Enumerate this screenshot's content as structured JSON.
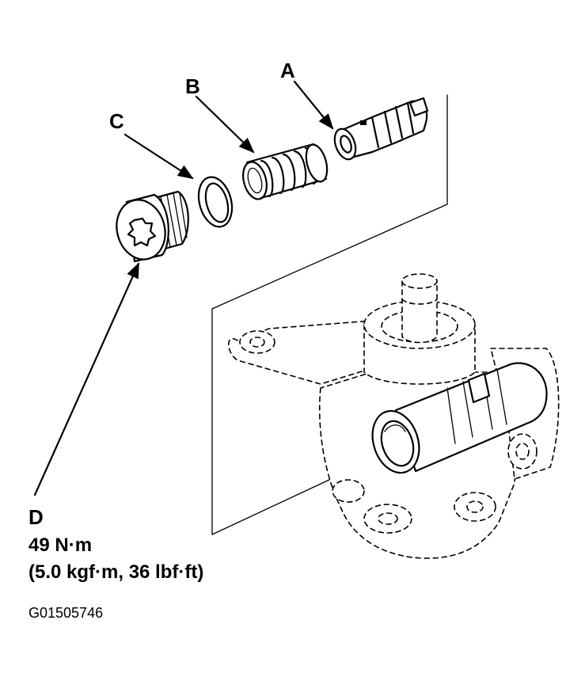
{
  "labels": {
    "a": "A",
    "b": "B",
    "c": "C",
    "d": "D"
  },
  "torque": {
    "line1": "49 N·m",
    "line2": "(5.0 kgf·m, 36 lbf·ft)"
  },
  "figure_code": "G01505746"
}
